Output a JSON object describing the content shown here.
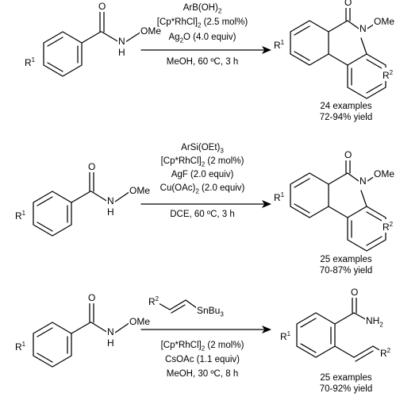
{
  "reactions": [
    {
      "id": "r1",
      "conditions_above": [
        "ArB(OH)",
        "[Cp*RhCl]",
        "Ag"
      ],
      "conditions_above_sub": [
        "2",
        "2",
        "2"
      ],
      "conditions_above_suffix": [
        "",
        " (2.5 mol%)",
        "O (4.0 equiv)"
      ],
      "conditions_below": [
        "MeOH, 60 ºC, 3 h"
      ],
      "summary": [
        "24 examples",
        "72-94% yield"
      ]
    },
    {
      "id": "r2",
      "conditions_above": [
        "ArSi(OEt)",
        "[Cp*RhCl]",
        "AgF (2.0 equiv)",
        "Cu(OAc)"
      ],
      "conditions_above_sub": [
        "3",
        "2",
        "",
        "2"
      ],
      "conditions_above_suffix": [
        "",
        " (2 mol%)",
        "",
        " (2.0 equiv)"
      ],
      "conditions_below": [
        "DCE, 60 ºC, 3 h"
      ],
      "summary": [
        "25 examples",
        "70-87% yield"
      ]
    },
    {
      "id": "r3",
      "conditions_above": [],
      "conditions_below": [
        "[Cp*RhCl]",
        "CsOAc (1.1 equiv)",
        "MeOH, 30 ºC, 8 h"
      ],
      "conditions_below_sub": [
        "2",
        "",
        ""
      ],
      "conditions_below_suffix": [
        " (2 mol%)",
        "",
        ""
      ],
      "summary": [
        "25 examples",
        "70-92% yield"
      ]
    }
  ],
  "atoms": {
    "O": "O",
    "N": "N",
    "H": "H",
    "OMe": "OMe",
    "NH2_N": "NH",
    "NH2_sub": "2",
    "SnBu3": "SnBu",
    "SnBu3_sub": "3",
    "R": "R",
    "R1_sup": "1",
    "R2_sup": "2"
  }
}
